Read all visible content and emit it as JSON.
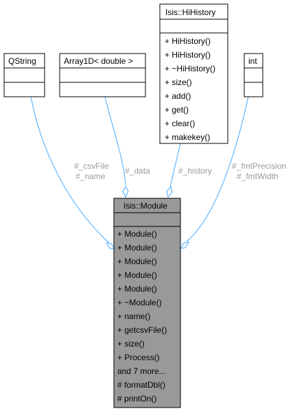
{
  "classes": {
    "qstring": {
      "title": "QString",
      "members": []
    },
    "array1d": {
      "title": "Array1D< double >",
      "members": []
    },
    "hihistory": {
      "title": "Isis::HiHistory",
      "members": [
        "+ HiHistory()",
        "+ HiHistory()",
        "+ ~HiHistory()",
        "+ size()",
        "+ add()",
        "+ get()",
        "+ clear()",
        "+ makekey()"
      ]
    },
    "int": {
      "title": "int",
      "members": []
    },
    "module": {
      "title": "Isis::Module",
      "members": [
        "+ Module()",
        "+ Module()",
        "+ Module()",
        "+ Module()",
        "+ Module()",
        "+ ~Module()",
        "+ name()",
        "+ getcsvFile()",
        "+ size()",
        "+ Process()",
        "and 7 more...",
        "# formatDbl()",
        "# printOn()"
      ]
    }
  },
  "edges": {
    "qstring_label_1": "#_csvFile",
    "qstring_label_2": "#_name",
    "array1d_label": "#_data",
    "hihistory_label": "#_history",
    "int_label_1": "#_fmtPrecision",
    "int_label_2": "#_fmtWidth"
  },
  "colors": {
    "edge": "#63b8ff",
    "main_box": "#999999",
    "label": "#9a9a9a"
  }
}
